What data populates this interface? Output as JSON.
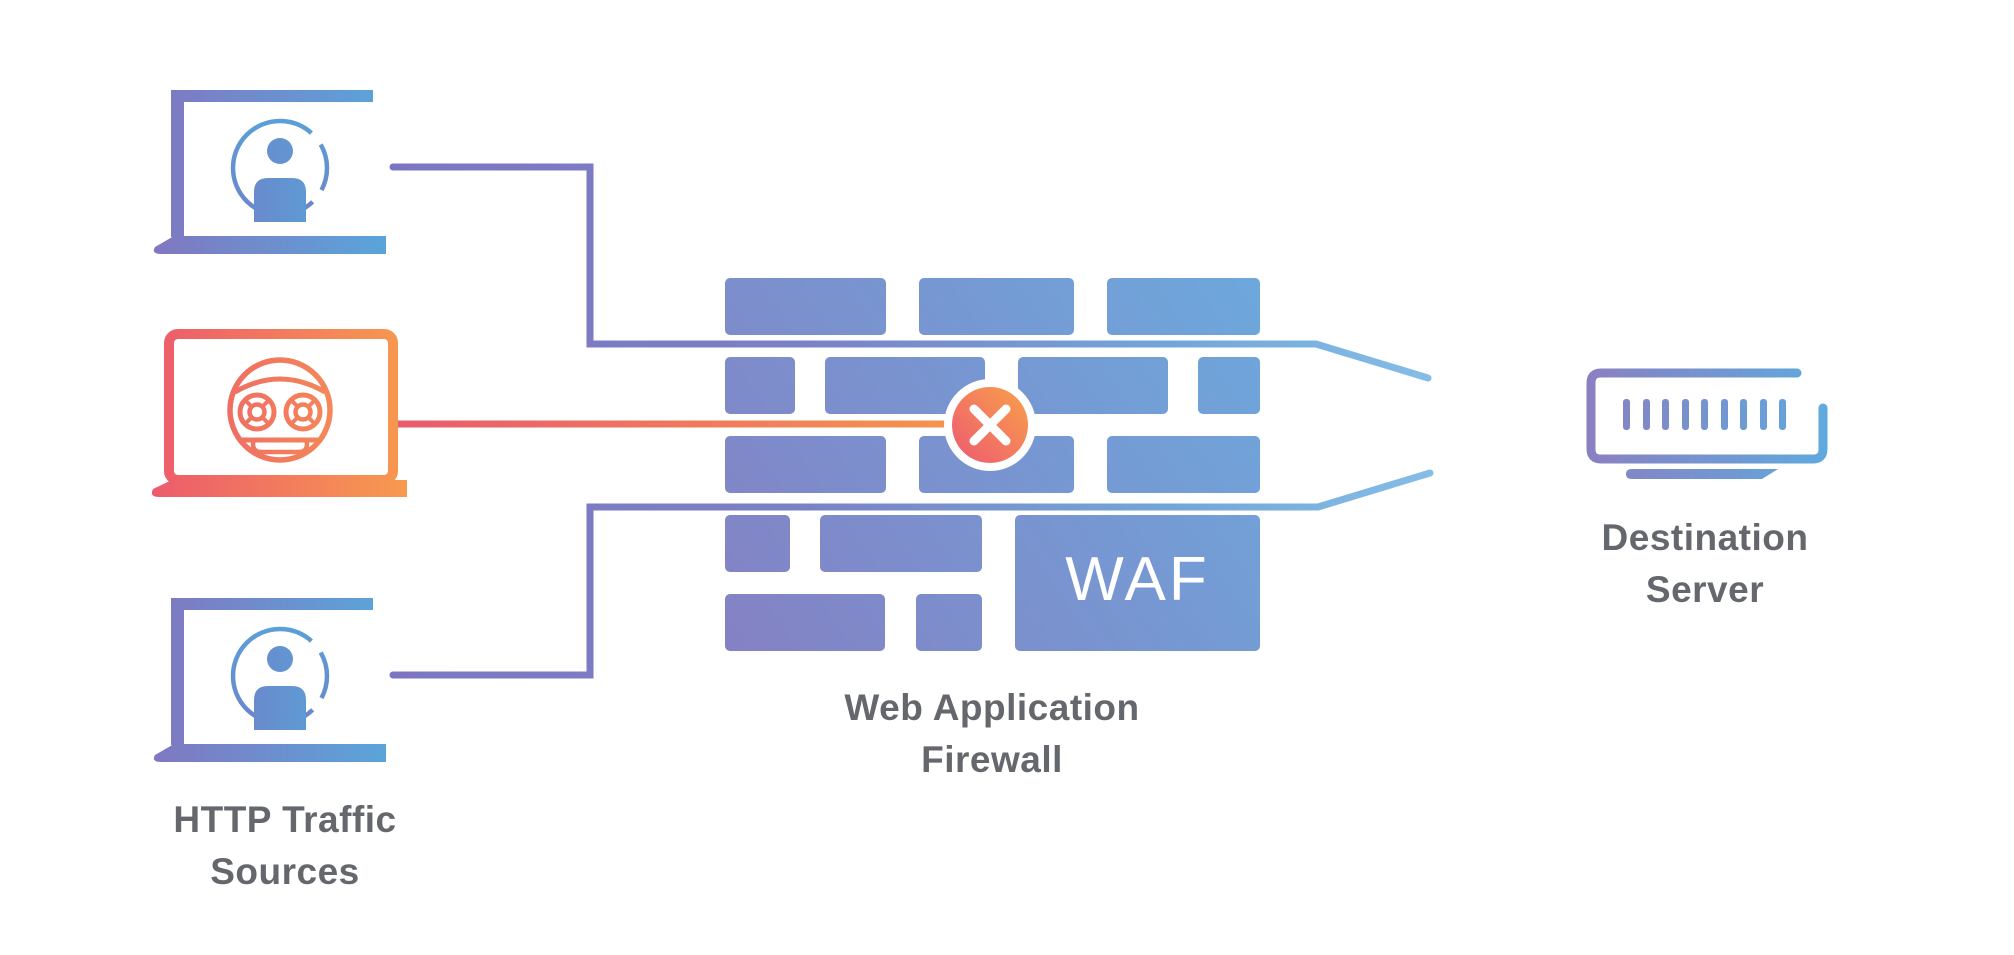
{
  "title": "Web Application Firewall traffic-filtering diagram",
  "labels": {
    "traffic_sources": {
      "line1": "HTTP Traffic",
      "line2": "Sources"
    },
    "firewall": {
      "line1": "Web Application",
      "line2": "Firewall"
    },
    "destination": {
      "line1": "Destination",
      "line2": "Server"
    },
    "wall_badge": "WAF"
  },
  "nodes": {
    "source_top": {
      "type": "laptop-with-user",
      "status": "legitimate"
    },
    "source_malicious": {
      "type": "laptop-with-bot",
      "status": "malicious"
    },
    "source_bottom": {
      "type": "laptop-with-user",
      "status": "legitimate"
    },
    "firewall": {
      "type": "brick-wall",
      "badge": "WAF"
    },
    "server": {
      "type": "rack-server"
    }
  },
  "flows": [
    {
      "from": "source_top",
      "to": "server",
      "result": "allowed"
    },
    {
      "from": "source_malicious",
      "to": "firewall",
      "result": "blocked"
    },
    {
      "from": "source_bottom",
      "to": "server",
      "result": "allowed"
    }
  ],
  "colors": {
    "safe_traffic_start": "#7c76c2",
    "safe_traffic_end": "#85bde6",
    "malicious_start": "#e95a6e",
    "malicious_end": "#f79b4e",
    "wall_start": "#8481c4",
    "wall_end": "#6da8dc",
    "blocked_ring": "#ffffff",
    "label_text": "#64676c",
    "badge_text": "#ffffff",
    "background": "#ffffff"
  }
}
